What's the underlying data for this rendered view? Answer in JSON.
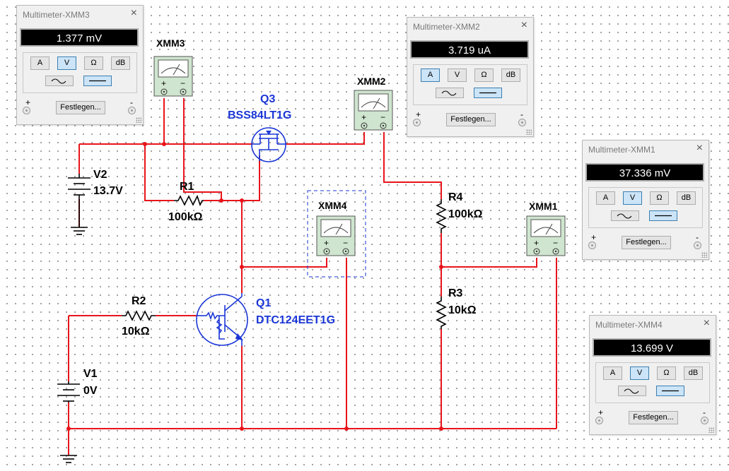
{
  "components": {
    "v2": {
      "name": "V2",
      "value": "13.7V"
    },
    "v1": {
      "name": "V1",
      "value": "0V"
    },
    "r1": {
      "name": "R1",
      "value": "100kΩ"
    },
    "r2": {
      "name": "R2",
      "value": "10kΩ"
    },
    "r3": {
      "name": "R3",
      "value": "10kΩ"
    },
    "r4": {
      "name": "R4",
      "value": "100kΩ"
    },
    "q3": {
      "name": "Q3",
      "part": "BSS84LT1G"
    },
    "q1": {
      "name": "Q1",
      "part": "DTC124EET1G"
    }
  },
  "meters": {
    "xmm3": {
      "label": "XMM3",
      "title": "Multimeter-XMM3",
      "reading": "1.377 mV",
      "active_mode": "V"
    },
    "xmm2": {
      "label": "XMM2",
      "title": "Multimeter-XMM2",
      "reading": "3.719 uA",
      "active_mode": "A"
    },
    "xmm1": {
      "label": "XMM1",
      "title": "Multimeter-XMM1",
      "reading": "37.336 mV",
      "active_mode": "V"
    },
    "xmm4": {
      "label": "XMM4",
      "title": "Multimeter-XMM4",
      "reading": "13.699 V",
      "active_mode": "V"
    }
  },
  "panel_ui": {
    "close": "×",
    "mode_a": "A",
    "mode_v": "V",
    "mode_ohm": "Ω",
    "mode_db": "dB",
    "settings_label": "Festlegen...",
    "plus": "+",
    "minus": "-"
  },
  "colors": {
    "wire": "#e8141b",
    "semiconductor": "#1a36d6",
    "meter_body": "#d9ead7"
  }
}
